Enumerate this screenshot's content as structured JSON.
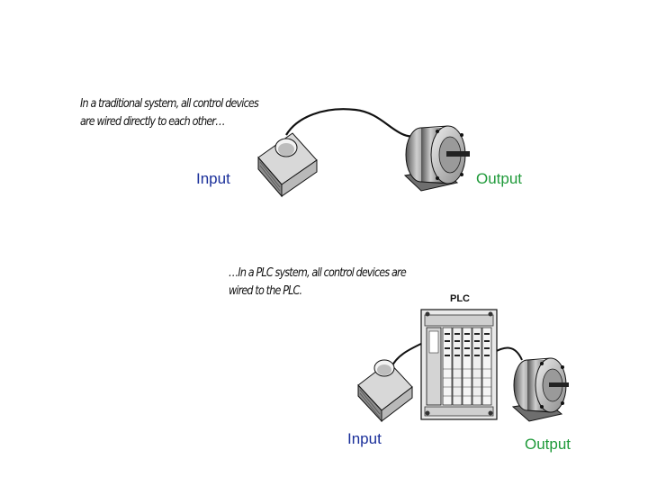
{
  "traditional": {
    "caption_line1": "In a traditional system, all control devices",
    "caption_line2": "are wired directly to each other…",
    "input_label": "Input",
    "output_label": "Output"
  },
  "plc_system": {
    "caption_line1": "…In a PLC system, all control devices are",
    "caption_line2": "wired to the PLC.",
    "plc_label": "PLC",
    "input_label": "Input",
    "output_label": "Output"
  },
  "colors": {
    "input_text": "#1a2f9a",
    "output_text": "#1f9a3a"
  }
}
